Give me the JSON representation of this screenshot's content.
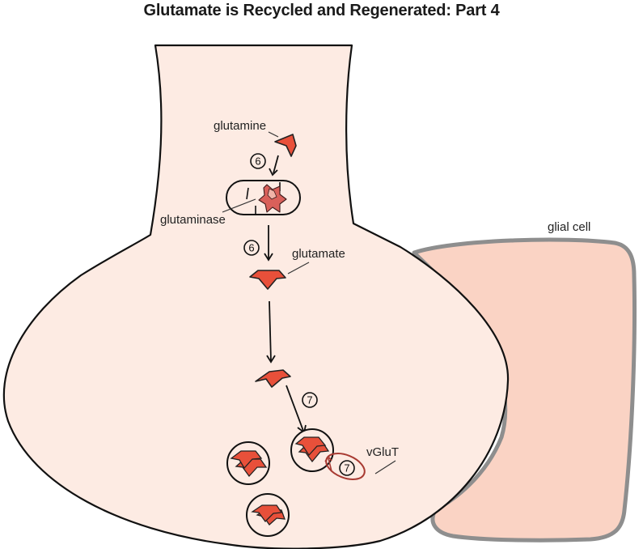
{
  "title": "Glutamate is Recycled and Regenerated: Part 4",
  "colors": {
    "neuron_fill": "#fdebe3",
    "neuron_stroke": "#111111",
    "glia_fill": "#fad3c4",
    "glia_stroke": "#8e8e8e",
    "molecule_fill": "#e8503a",
    "vglut_stroke": "#a83a32",
    "enzyme_fill": "#d9605a",
    "enzyme_light": "#f1b3a8"
  },
  "labels": {
    "glutamine": "glutamine",
    "glutaminase": "glutaminase",
    "glutamate": "glutamate",
    "vglut": "vGluT",
    "glial_cell": "glial cell"
  },
  "steps": {
    "step6_a": "6",
    "step6_b": "6",
    "step7_a": "7",
    "step7_b": "7"
  },
  "structures": {
    "presynaptic_terminal": "neuron",
    "glia": "glial cell",
    "mitochondrion": "glutaminase-containing organelle",
    "vesicle_count": 3
  }
}
